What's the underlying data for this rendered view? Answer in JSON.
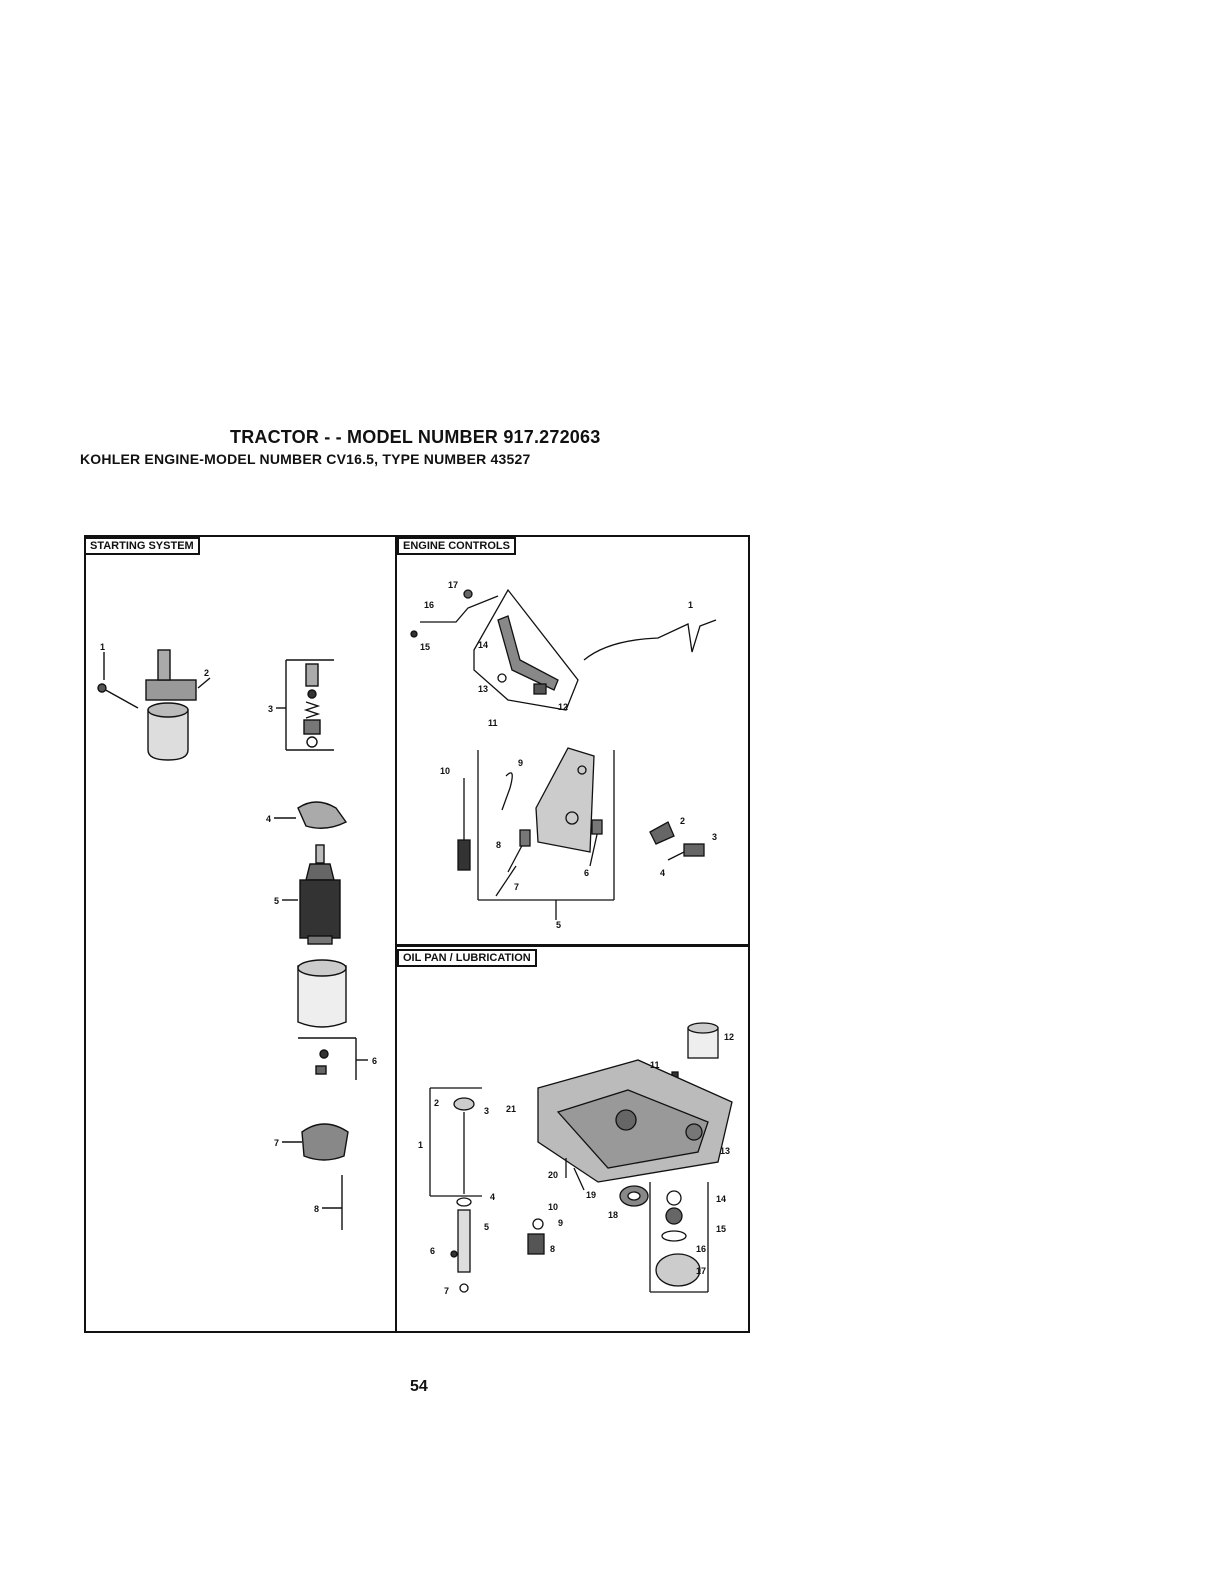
{
  "header": {
    "title": "TRACTOR - - MODEL NUMBER 917.272063",
    "subtitle": "KOHLER ENGINE-MODEL NUMBER CV16.5, TYPE NUMBER 43527"
  },
  "sections": {
    "starting_system": {
      "label": "STARTING SYSTEM",
      "callouts": [
        "1",
        "2",
        "3",
        "4",
        "5",
        "6",
        "7",
        "8"
      ]
    },
    "engine_controls": {
      "label": "ENGINE CONTROLS",
      "callouts": [
        "17",
        "16",
        "15",
        "14",
        "13",
        "12",
        "11",
        "1",
        "10",
        "9",
        "8",
        "7",
        "6",
        "5",
        "2",
        "3",
        "4"
      ]
    },
    "oil_pan": {
      "label": "OIL PAN / LUBRICATION",
      "callouts": [
        "12",
        "11",
        "21",
        "13",
        "2",
        "3",
        "1",
        "20",
        "19",
        "18",
        "4",
        "10",
        "9",
        "5",
        "8",
        "6",
        "7",
        "14",
        "15",
        "16",
        "17"
      ]
    }
  },
  "footer": {
    "page_number": "54"
  }
}
